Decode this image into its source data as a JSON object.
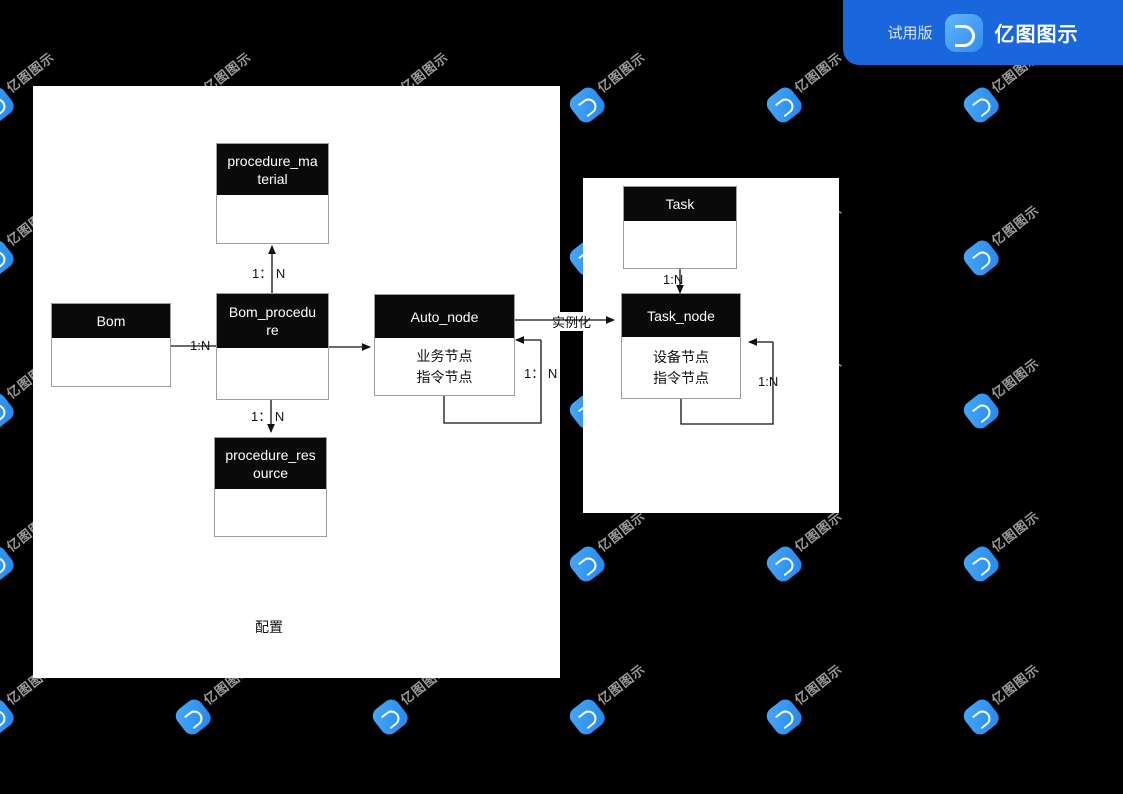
{
  "trial_badge": {
    "trial_label": "试用版",
    "brand_label": "亿图图示",
    "logo_icon": "edraw-logo-icon",
    "accent_color": "#1a66dd"
  },
  "watermark": {
    "text": "亿图图示",
    "logo_icon": "edraw-watermark-icon",
    "text_color": "#9a9a9a",
    "badge_color": "#2287ee"
  },
  "canvas": {
    "background": "#ffffff",
    "page_background": "#000000"
  },
  "diagram": {
    "title_note": "配置",
    "entities": [
      {
        "id": "procedure_material",
        "header": "procedure_ma\nterial",
        "body_lines": []
      },
      {
        "id": "bom",
        "header": "Bom",
        "body_lines": []
      },
      {
        "id": "bom_procedure",
        "header": "Bom_procedu\nre",
        "body_lines": []
      },
      {
        "id": "auto_node",
        "header": "Auto_node",
        "body_lines": [
          "业务节点",
          "指令节点"
        ]
      },
      {
        "id": "procedure_resource",
        "header": "procedure_res\nource",
        "body_lines": []
      },
      {
        "id": "task",
        "header": "Task",
        "body_lines": []
      },
      {
        "id": "task_node",
        "header": "Task_node",
        "body_lines": [
          "设备节点",
          "指令节点"
        ]
      }
    ],
    "entity_labels": {
      "procedure_material_l1": "procedure_ma",
      "procedure_material_l2": "terial",
      "bom": "Bom",
      "bom_procedure_l1": "Bom_procedu",
      "bom_procedure_l2": "re",
      "auto_node": "Auto_node",
      "auto_node_b1": "业务节点",
      "auto_node_b2": "指令节点",
      "procedure_resource_l1": "procedure_res",
      "procedure_resource_l2": "ource",
      "task": "Task",
      "task_node": "Task_node",
      "task_node_b1": "设备节点",
      "task_node_b2": "指令节点"
    },
    "connections": [
      {
        "id": "bom_to_bom_procedure",
        "label": "1:N",
        "from": "bom",
        "to": "bom_procedure"
      },
      {
        "id": "bp_to_procedure_material",
        "label": "1： N",
        "from": "bom_procedure",
        "to": "procedure_material"
      },
      {
        "id": "bp_to_procedure_resource",
        "label": "1： N",
        "from": "bom_procedure",
        "to": "procedure_resource"
      },
      {
        "id": "bp_to_auto_node",
        "label": "",
        "from": "bom_procedure",
        "to": "auto_node"
      },
      {
        "id": "auto_node_self",
        "label": "1： N",
        "from": "auto_node",
        "to": "auto_node"
      },
      {
        "id": "auto_node_to_task_node",
        "label": "实例化",
        "from": "auto_node",
        "to": "task_node"
      },
      {
        "id": "task_to_task_node",
        "label": "1:N",
        "from": "task",
        "to": "task_node"
      },
      {
        "id": "task_node_self",
        "label": "1:N",
        "from": "task_node",
        "to": "task_node"
      }
    ],
    "connection_labels": {
      "bom_to_bom_procedure": "1:N",
      "bp_to_procedure_material": "1： N",
      "bp_to_procedure_resource": "1： N",
      "auto_node_self": "1： N",
      "auto_node_to_task_node": "实例化",
      "task_to_task_node": "1:N",
      "task_node_self": "1:N"
    }
  }
}
